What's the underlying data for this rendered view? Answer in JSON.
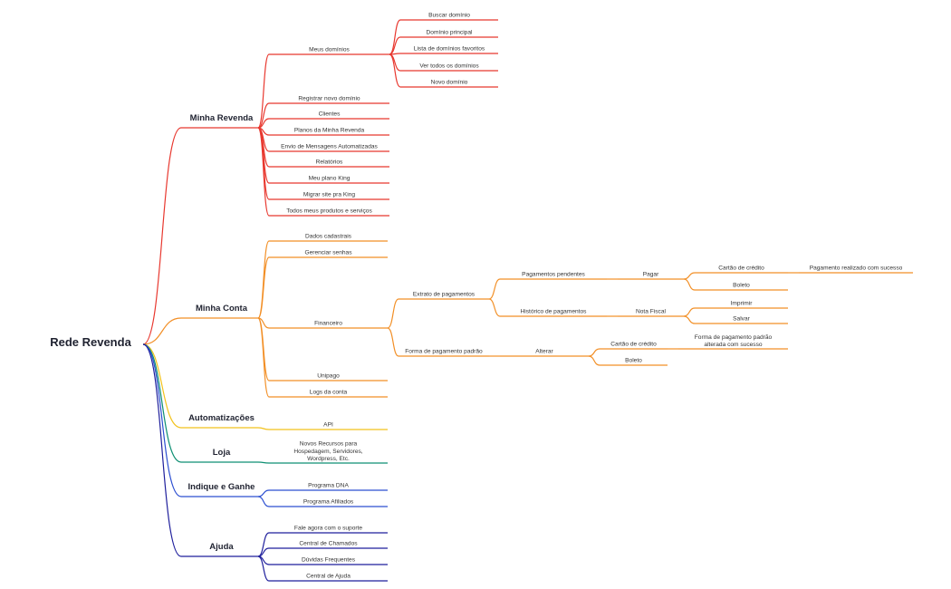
{
  "root": {
    "label": "Rede Revenda"
  },
  "colors": {
    "Minha Revenda": "#e8382f",
    "Minha Conta": "#f28f26",
    "Automatizações": "#f2c21c",
    "Loja": "#0e8f73",
    "Indique e Ganhe": "#2c4fd1",
    "Ajuda": "#1f1f9c"
  },
  "branches": [
    {
      "label": "Minha Revenda",
      "children": [
        {
          "label": "Meus domínios",
          "children": [
            {
              "label": "Buscar domínio"
            },
            {
              "label": "Domínio principal"
            },
            {
              "label": "Lista de domínios favoritos"
            },
            {
              "label": "Ver todos os domínios"
            },
            {
              "label": "Novo domínio"
            }
          ]
        },
        {
          "label": "Registrar novo domínio"
        },
        {
          "label": "Clientes"
        },
        {
          "label": "Planos da Minha Revenda"
        },
        {
          "label": "Envio de Mensagens Automatizadas"
        },
        {
          "label": "Relatórios"
        },
        {
          "label": "Meu plano King"
        },
        {
          "label": "Migrar site pra King"
        },
        {
          "label": "Todos meus produtos e serviços"
        }
      ]
    },
    {
      "label": "Minha Conta",
      "children": [
        {
          "label": "Dados cadastrais"
        },
        {
          "label": "Gerenciar senhas"
        },
        {
          "label": "Financeiro",
          "children": [
            {
              "label": "Extrato de pagamentos",
              "children": [
                {
                  "label": "Pagamentos pendentes",
                  "children": [
                    {
                      "label": "Pagar",
                      "children": [
                        {
                          "label": "Cartão de crédito",
                          "children": [
                            {
                              "label": "Pagamento realizado com sucesso"
                            }
                          ]
                        },
                        {
                          "label": "Boleto"
                        }
                      ]
                    }
                  ]
                },
                {
                  "label": "Histórico de pagamentos",
                  "children": [
                    {
                      "label": "Nota Fiscal",
                      "children": [
                        {
                          "label": "Imprimir"
                        },
                        {
                          "label": "Salvar"
                        }
                      ]
                    }
                  ]
                }
              ]
            },
            {
              "label": "Forma de pagamento padrão",
              "children": [
                {
                  "label": "Alterar",
                  "children": [
                    {
                      "label": "Cartão de crédito",
                      "children": [
                        {
                          "label": "Forma de pagamento padrão alterada com sucesso"
                        }
                      ]
                    },
                    {
                      "label": "Boleto"
                    }
                  ]
                }
              ]
            }
          ]
        },
        {
          "label": "Unipago"
        },
        {
          "label": "Logs da conta"
        }
      ]
    },
    {
      "label": "Automatizações",
      "children": [
        {
          "label": "API"
        }
      ]
    },
    {
      "label": "Loja",
      "children": [
        {
          "label": "Novos Recursos para Hospedagem, Servidores, Wordpress, Etc."
        }
      ]
    },
    {
      "label": "Indique e Ganhe",
      "children": [
        {
          "label": "Programa DNA"
        },
        {
          "label": "Programa Afiliados"
        }
      ]
    },
    {
      "label": "Ajuda",
      "children": [
        {
          "label": "Fale agora com o suporte"
        },
        {
          "label": "Central de Chamados"
        },
        {
          "label": "Dúvidas Frequentes"
        },
        {
          "label": "Central de Ajuda"
        }
      ]
    }
  ]
}
